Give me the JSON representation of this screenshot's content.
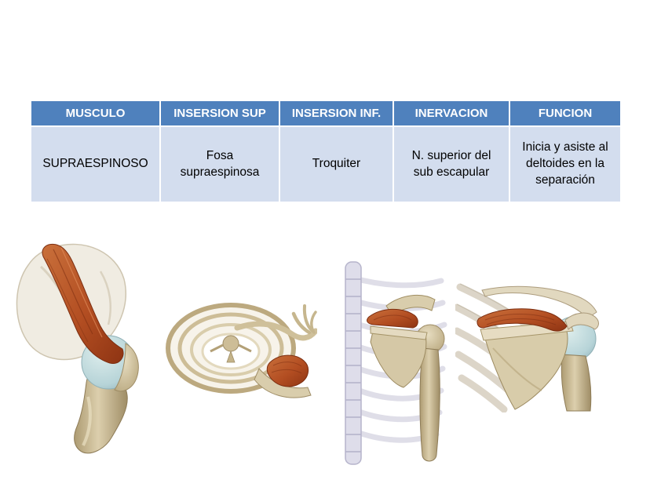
{
  "table": {
    "headers": [
      "MUSCULO",
      "INSERSION SUP",
      "INSERSION INF.",
      "INERVACION",
      "FUNCION"
    ],
    "rows": [
      [
        "SUPRAESPINOSO",
        "Fosa\nsupraespinosa",
        "Troquiter",
        "N. superior del\nsub escapular",
        "Inicia y asiste al\ndeltoides en la\nseparación"
      ]
    ]
  },
  "colors": {
    "header_bg": "#4F81BD",
    "header_text": "#FFFFFF",
    "row_bg": "#D3DDEE",
    "muscle": "#B34E22",
    "bone": "#CDBD97",
    "cartilage": "#B7D4D8"
  },
  "figures": [
    {
      "name": "lateral-shoulder-supraspinatus"
    },
    {
      "name": "superior-thorax-view"
    },
    {
      "name": "posterior-ribcage-scapula"
    },
    {
      "name": "posterior-shoulder-closeup"
    }
  ]
}
